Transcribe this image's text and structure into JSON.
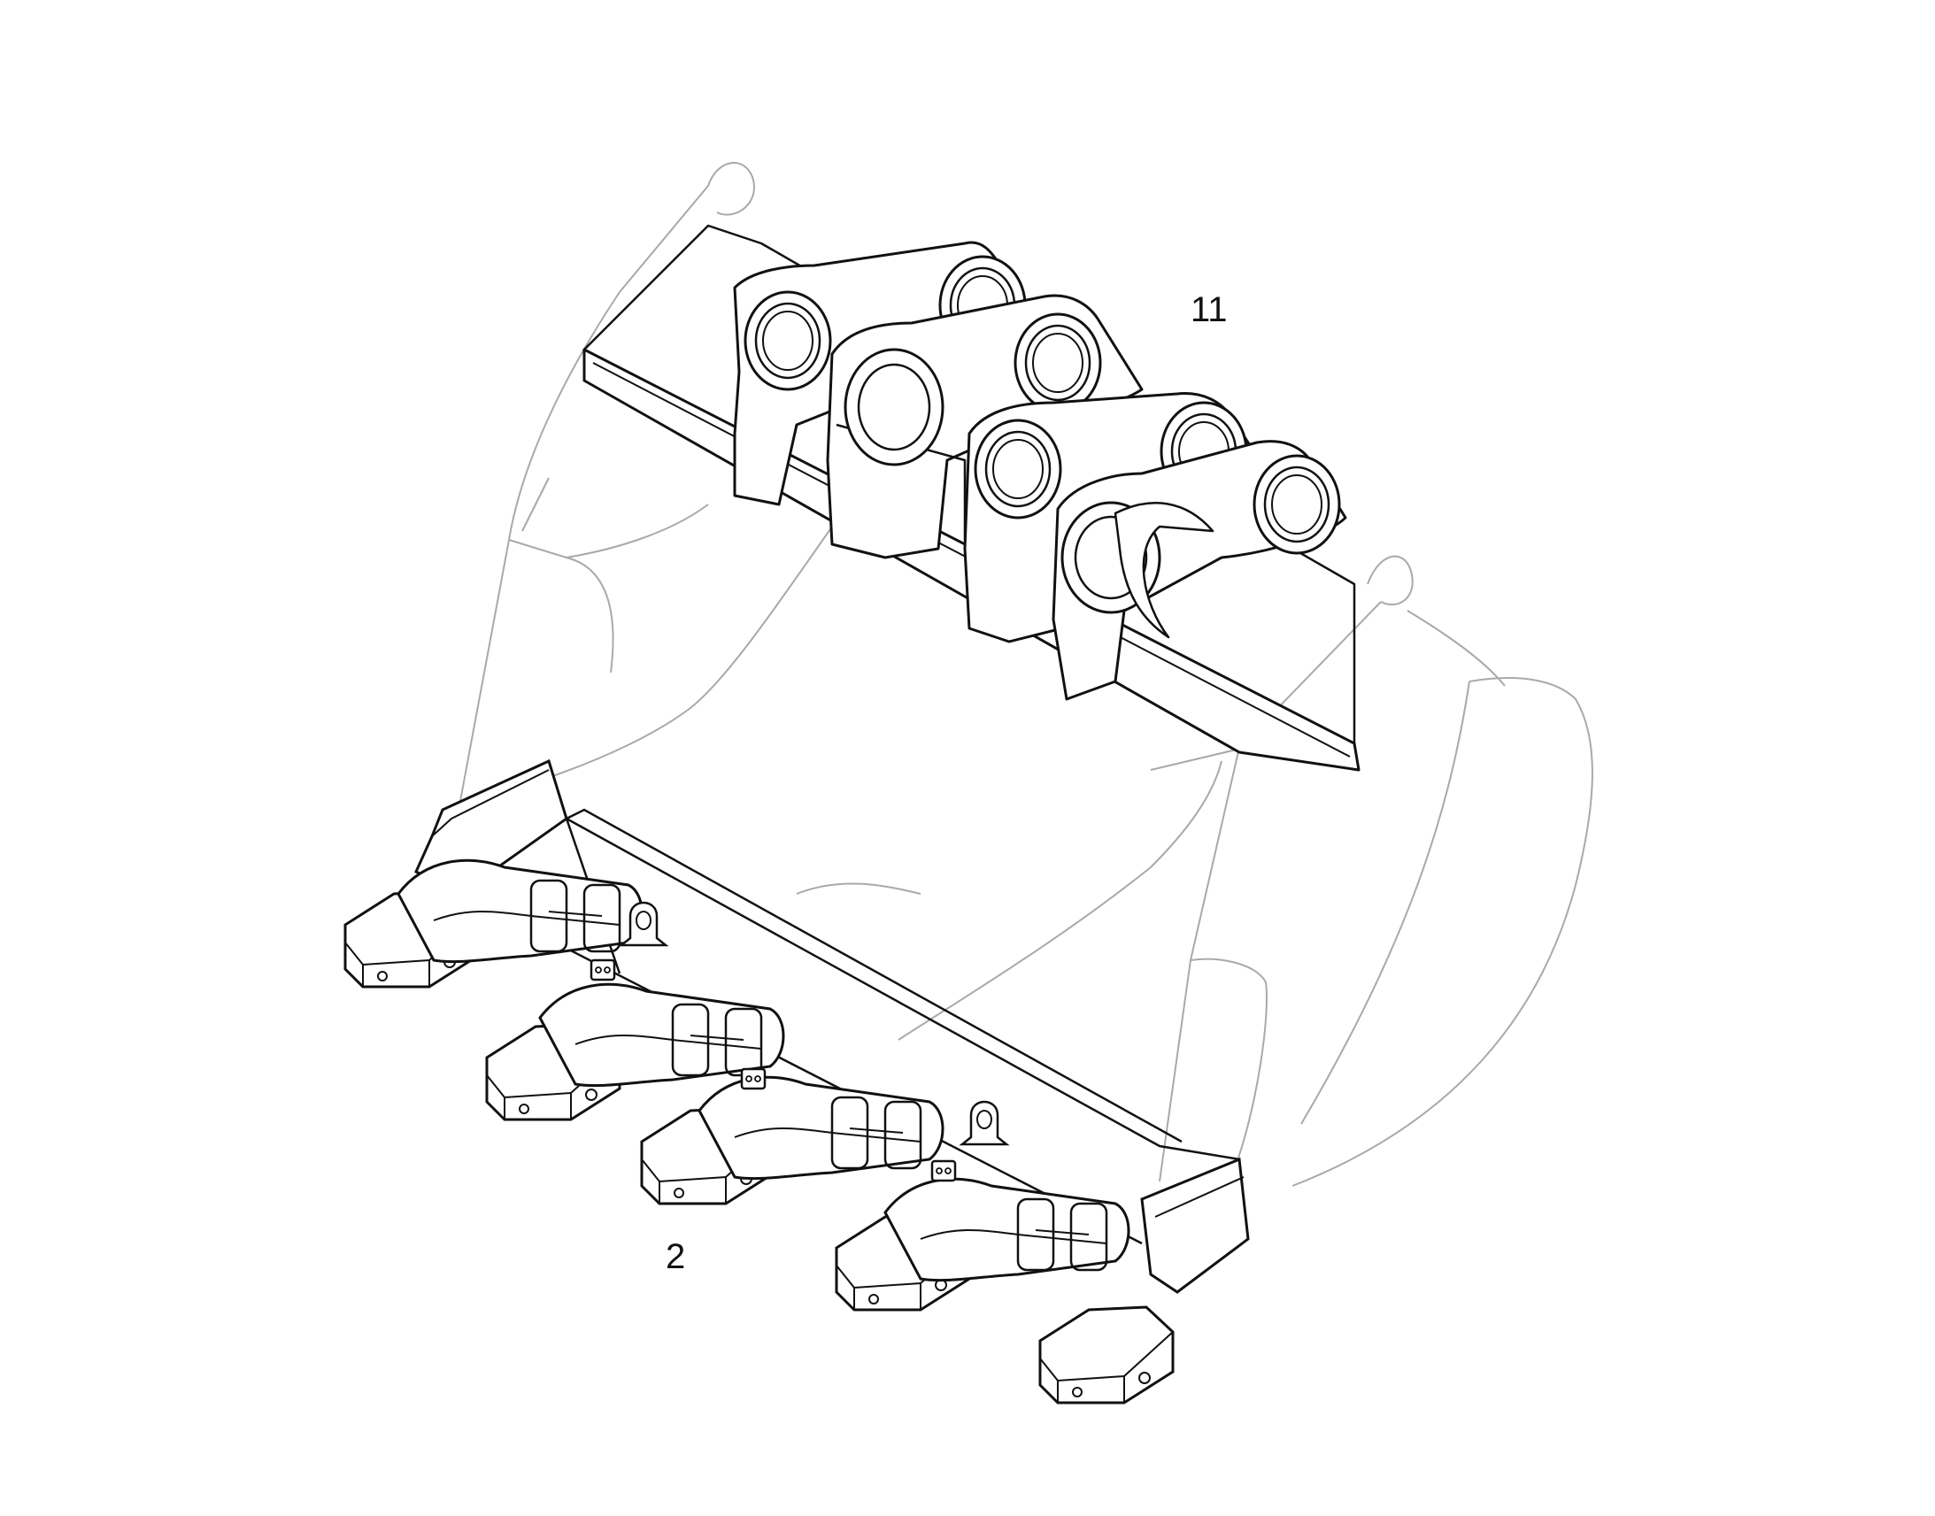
{
  "diagram": {
    "part_drawing": "loader-bucket-exploded-view",
    "callouts": [
      {
        "id": "callout-11",
        "label": "11"
      },
      {
        "id": "callout-2",
        "label": "2"
      }
    ],
    "colors": {
      "bold_line": "#111111",
      "faint_line": "#a9a9a9",
      "background": "#ffffff"
    }
  }
}
